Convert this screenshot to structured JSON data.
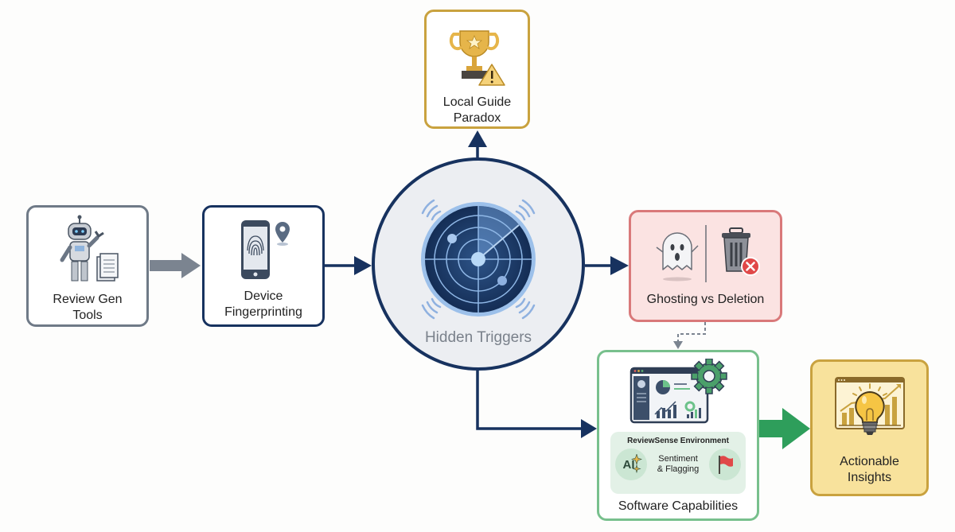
{
  "diagram": {
    "nodes": {
      "review_gen": {
        "label_line1": "Review Gen",
        "label_line2": "Tools",
        "icon": "robot-icon"
      },
      "device": {
        "label_line1": "Device",
        "label_line2": "Fingerprinting",
        "icon": "smartphone-fingerprint-icon"
      },
      "local_guide": {
        "label_line1": "Local Guide",
        "label_line2": "Paradox",
        "icon": "trophy-warning-icon"
      },
      "hidden": {
        "label": "Hidden Triggers",
        "icon": "radar-icon"
      },
      "ghosting": {
        "label": "Ghosting vs Deletion",
        "icon_left": "ghost-icon",
        "icon_right": "trash-delete-icon"
      },
      "software": {
        "label": "Software Capabilities",
        "icon": "dashboard-gear-icon",
        "env_title": "ReviewSense Environment",
        "ai_label": "AI",
        "caption_line1": "Sentiment",
        "caption_line2": "& Flagging",
        "flag_icon": "flag-icon"
      },
      "insights": {
        "label_line1": "Actionable",
        "label_line2": "Insights",
        "icon": "lightbulb-chart-icon"
      }
    },
    "edges": [
      {
        "from": "Review Gen Tools",
        "to": "Device Fingerprinting",
        "style": "thick-gray"
      },
      {
        "from": "Device Fingerprinting",
        "to": "Hidden Triggers",
        "style": "navy"
      },
      {
        "from": "Hidden Triggers",
        "to": "Local Guide Paradox",
        "style": "navy"
      },
      {
        "from": "Hidden Triggers",
        "to": "Ghosting vs Deletion",
        "style": "navy"
      },
      {
        "from": "Hidden Triggers",
        "to": "Software Capabilities",
        "style": "navy-elbow"
      },
      {
        "from": "Ghosting vs Deletion",
        "to": "Software Capabilities",
        "style": "dashed-gray"
      },
      {
        "from": "Software Capabilities",
        "to": "Actionable Insights",
        "style": "thick-green"
      }
    ],
    "colors": {
      "navy": "#17325f",
      "gray": "#6f7a87",
      "gold": "#c9a23f",
      "red_border": "#d9797a",
      "red_fill": "#fbe3e2",
      "green_border": "#78c08d",
      "green_arrow": "#2e9e5b",
      "insight_fill": "#f8e29c"
    }
  }
}
